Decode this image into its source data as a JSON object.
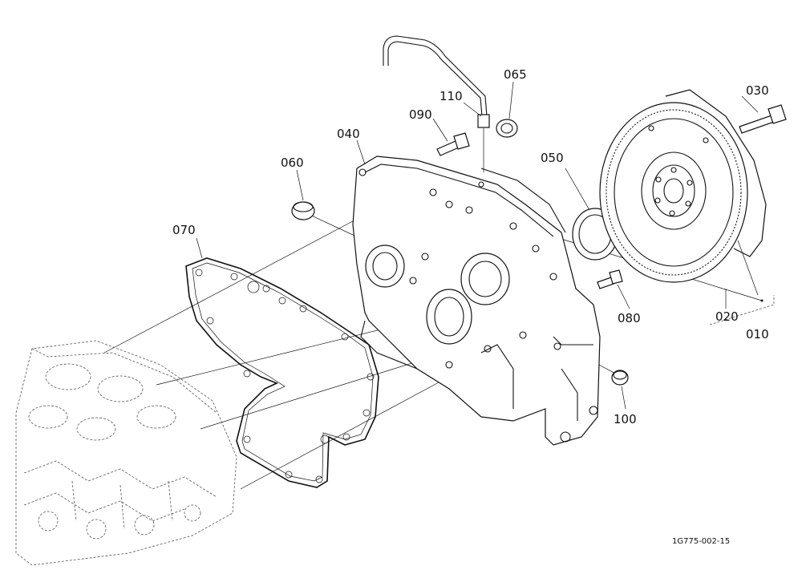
{
  "labels": {
    "p010": "010",
    "p020": "020",
    "p030": "030",
    "p040": "040",
    "p050": "050",
    "p060": "060",
    "p065": "065",
    "p070": "070",
    "p080": "080",
    "p090": "090",
    "p100": "100",
    "p110": "110"
  },
  "drawing_ref": "1G775-002-15"
}
